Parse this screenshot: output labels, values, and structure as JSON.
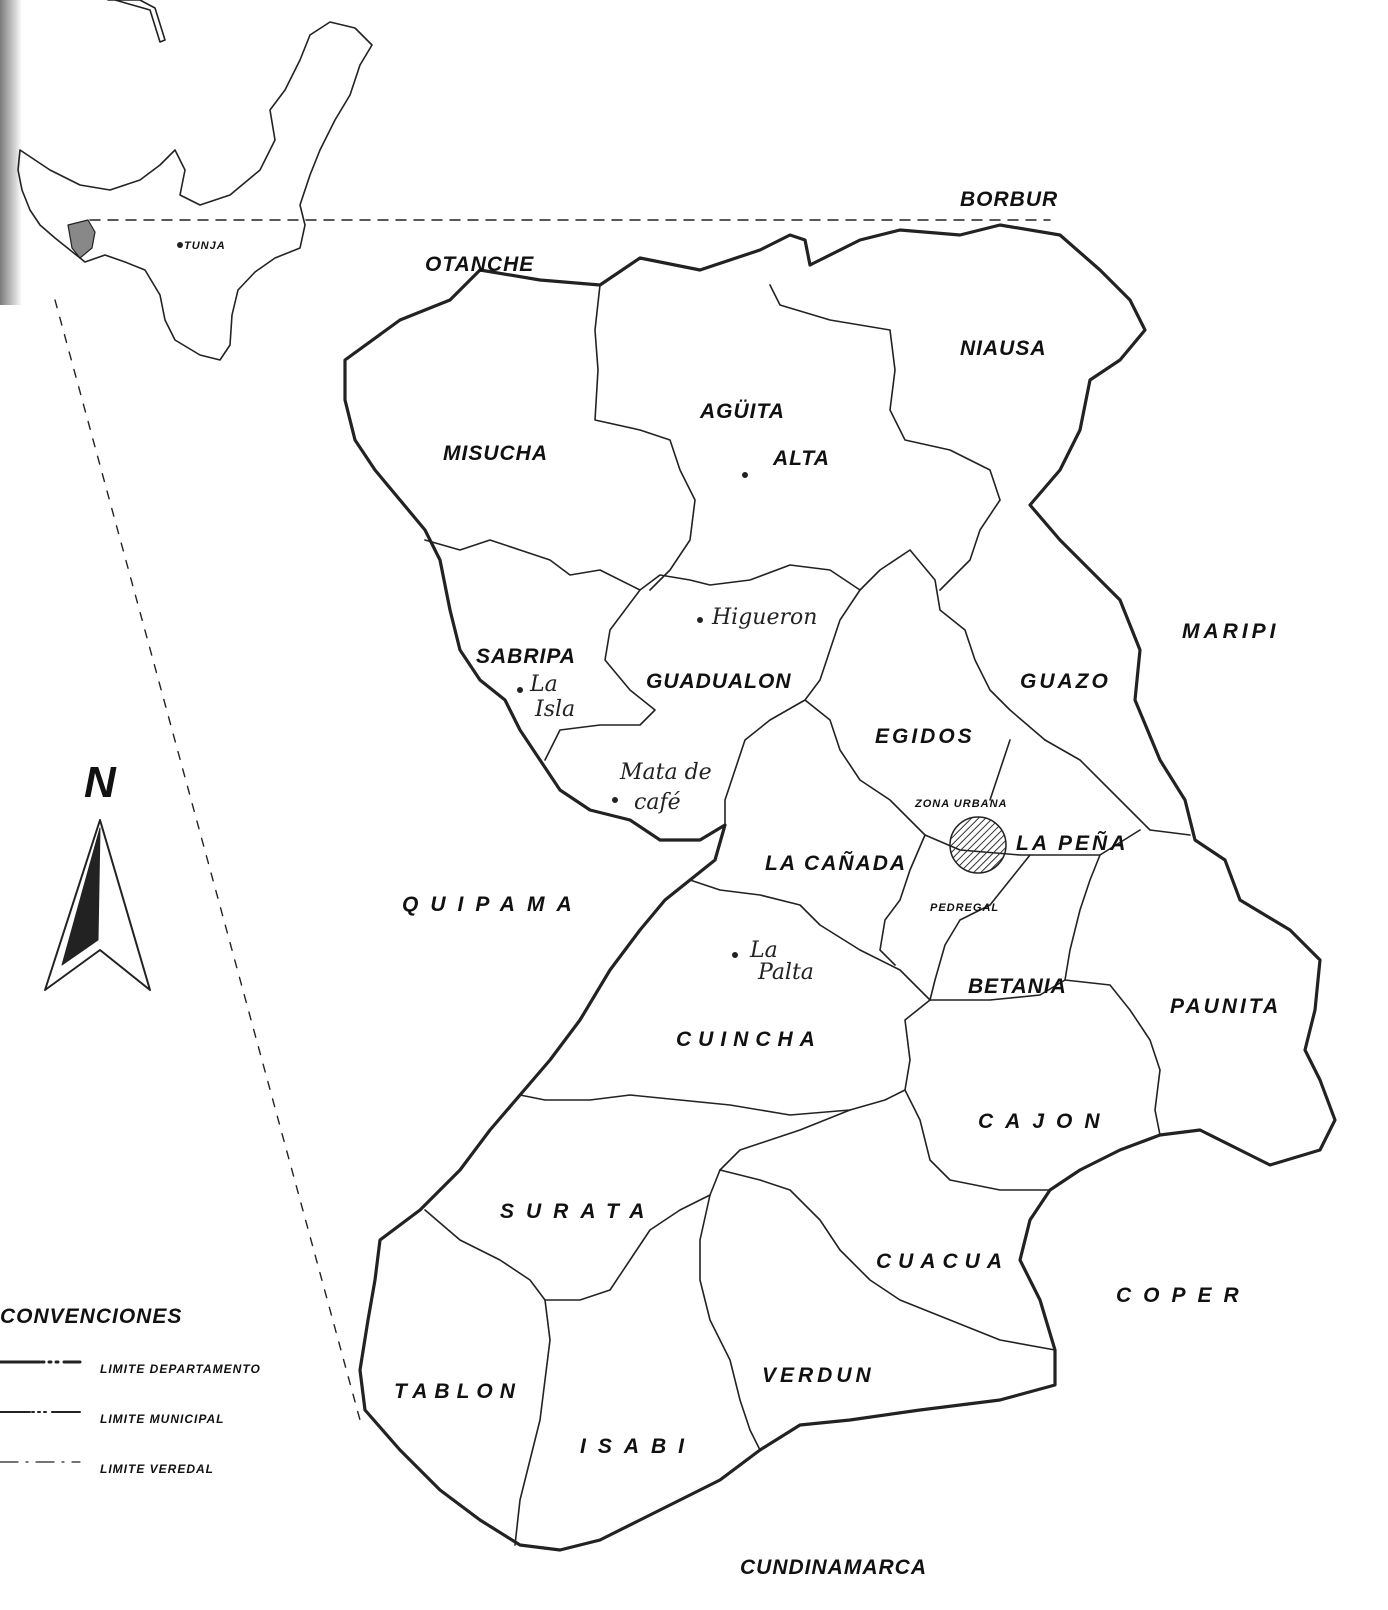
{
  "legend": {
    "title": "CONVENCIONES",
    "items": [
      {
        "label": "LIMITE DEPARTAMENTO"
      },
      {
        "label": "LIMITE MUNICIPAL"
      },
      {
        "label": "LIMITE VEREDAL"
      }
    ]
  },
  "north_label": "N",
  "inset": {
    "capital_label": "TUNJA"
  },
  "neighbors": {
    "borbur": "BORBUR",
    "otanche": "OTANCHE",
    "maripi": "MARIPI",
    "quipama": "QUIPAMA",
    "coper": "COPER",
    "cundinamarca": "CUNDINAMARCA"
  },
  "veredas": {
    "niausa": "NIAUSA",
    "aguita": "AGÜITA",
    "alta": "ALTA",
    "misucha": "MISUCHA",
    "sabripa": "SABRIPA",
    "guadualon": "GUADUALON",
    "guazo": "GUAZO",
    "egidos": "EGIDOS",
    "zona_urbana": "ZONA URBANA",
    "la_pena": "LA PEÑA",
    "la_canada": "LA CAÑADA",
    "pedregal": "PEDREGAL",
    "betania": "BETANIA",
    "paunita": "PAUNITA",
    "cuincha": "CUINCHA",
    "cajon": "CAJON",
    "surata": "SURATA",
    "cuacua": "CUACUA",
    "tablon": "TABLON",
    "isabi": "ISABI",
    "verdun": "VERDUN"
  },
  "annotations": {
    "higueron": "Higueron",
    "la_isla_1": "La",
    "la_isla_2": "Isla",
    "mata_1": "Mata de",
    "mata_2": "café",
    "la_palta_1": "La",
    "la_palta_2": "Palta"
  },
  "colors": {
    "ink": "#111111",
    "paper": "#ffffff"
  }
}
